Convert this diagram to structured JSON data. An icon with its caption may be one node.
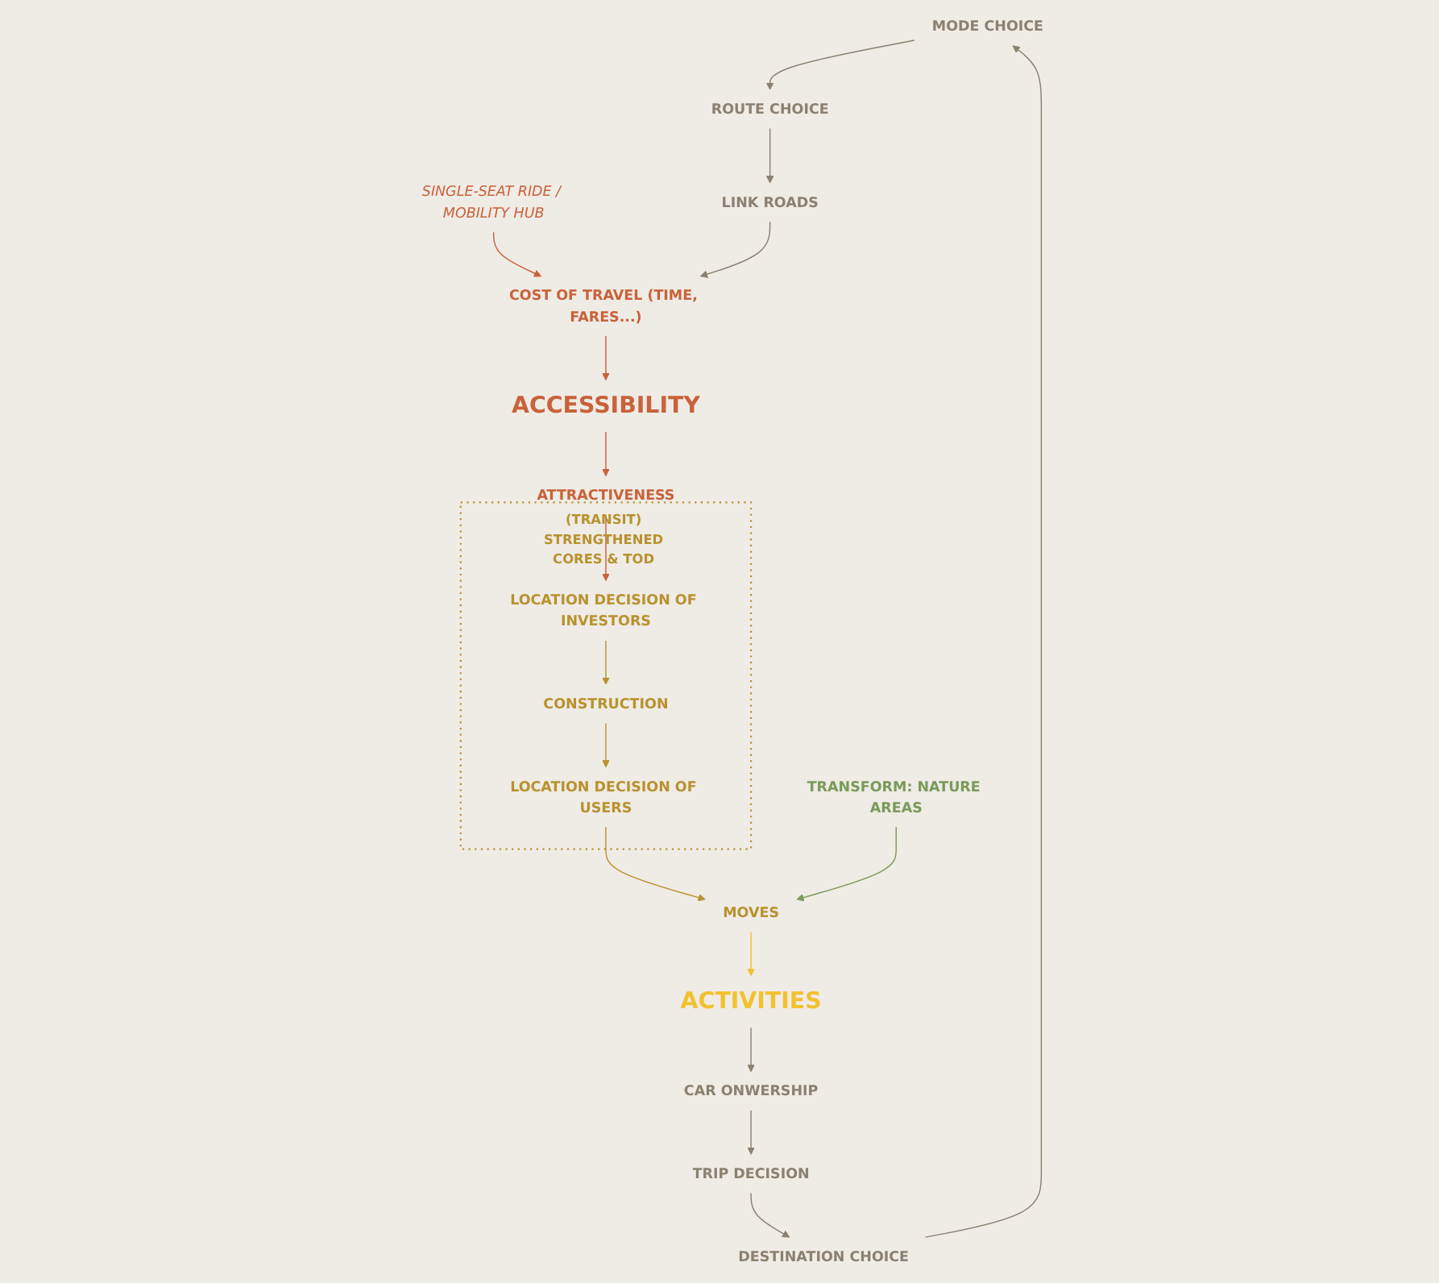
{
  "diagram": {
    "nodes": [
      {
        "text": [
          "MODE CHOICE"
        ]
      },
      {
        "text": [
          "SINGLE-SEAT RIDE / MOBILITY HUB"
        ]
      },
      {
        "text": [
          "ROUTE CHOICE"
        ]
      },
      {
        "text": [
          "DESTINATION CHOICE"
        ]
      },
      {
        "text": [
          "LINK ROADS"
        ]
      },
      {
        "text": [
          "TRIP DECISION"
        ]
      },
      {
        "text": [
          "COST OF TRAVEL (TIME, FARES...)"
        ]
      },
      {
        "text": [
          "CAR ONWERSHIP"
        ]
      },
      {
        "text": [
          "ACCESSIBILITY"
        ]
      },
      {
        "text": [
          "ACTIVITIES"
        ]
      },
      {
        "text": [
          "ATTRACTIVENESS"
        ]
      },
      {
        "text": [
          "TRANSFORM: NATURE AREAS"
        ]
      },
      {
        "text": [
          "MOVES"
        ]
      },
      {
        "text": [
          "(TRANSIT) STRENGTHENED CORES & TOD LOCATIONS"
        ]
      },
      {
        "text": [
          "LOCATION DECISION OF INVESTORS"
        ],
        "in": 13
      },
      {
        "text": [
          "LOCATION DECISION OF USERS"
        ],
        "in": 13
      },
      {
        "text": [
          "CONSTRUCTION"
        ],
        "in": 13
      }
    ],
    "edges": [
      {
        "from": 1,
        "to": 6,
        "arrow": "to",
        "color": "#c8623a"
      },
      {
        "from": 4,
        "to": 6,
        "arrow": "to"
      },
      {
        "from": 2,
        "to": 4,
        "arrow": "to"
      },
      {
        "from": 0,
        "to": 2,
        "arrow": "to"
      },
      {
        "from": 3,
        "to": 0,
        "arrow": "to"
      },
      {
        "from": 5,
        "to": 3,
        "arrow": "to"
      },
      {
        "from": 7,
        "to": 5,
        "arrow": "to"
      },
      {
        "from": 9,
        "to": 7,
        "arrow": "to"
      },
      {
        "from": 12,
        "to": 9,
        "arrow": "to",
        "color": "#f2c12e"
      },
      {
        "from": 15,
        "to": 12,
        "arrow": "to",
        "color": "#b8922e"
      },
      {
        "from": 16,
        "to": 15,
        "arrow": "to",
        "color": "#b8922e"
      },
      {
        "from": 14,
        "to": 16,
        "arrow": "to",
        "color": "#b8922e"
      },
      {
        "from": 10,
        "to": 14,
        "arrow": "to",
        "color": "#c8623a"
      },
      {
        "from": 8,
        "to": 10,
        "arrow": "to",
        "color": "#c8623a"
      },
      {
        "from": 6,
        "to": 8,
        "arrow": "to",
        "color": "#c8623a"
      },
      {
        "from": 11,
        "to": 12,
        "arrow": "to",
        "color": "#7a9a5a"
      }
    ]
  }
}
